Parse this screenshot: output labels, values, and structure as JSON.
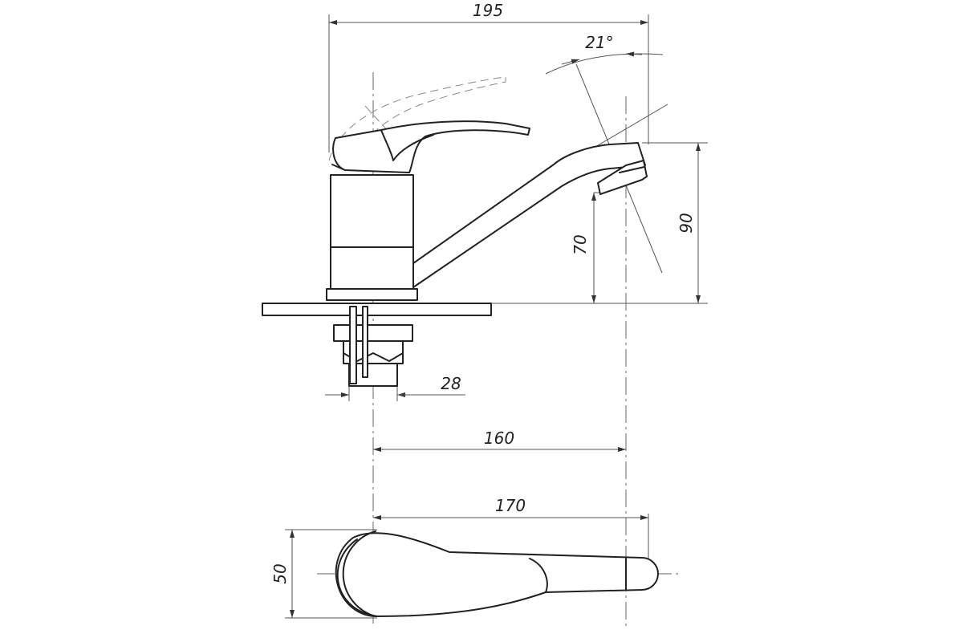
{
  "drawing": {
    "colors": {
      "line": "#222222",
      "thin": "#555555",
      "background": "#ffffff"
    },
    "dimensions": {
      "overall_width": "195",
      "angle": "21°",
      "spout_height_outlet": "70",
      "spout_height_top": "90",
      "thread_width": "28",
      "reach_front": "160",
      "reach_top": "170",
      "handle_width": "50"
    }
  }
}
